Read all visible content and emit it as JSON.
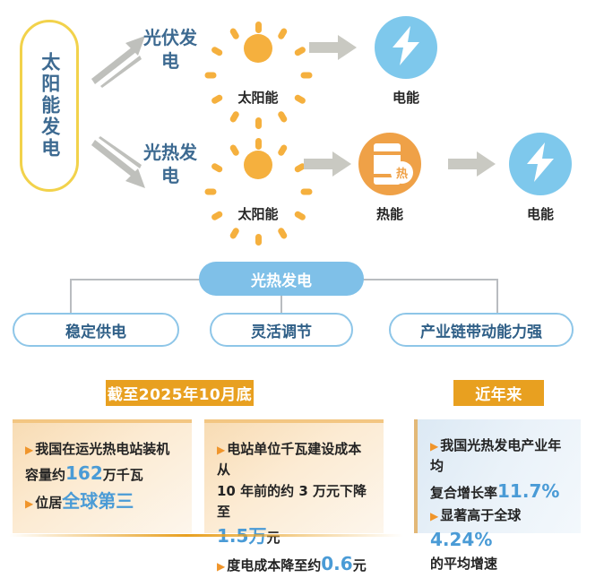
{
  "flow": {
    "source_label": "太阳能发电",
    "branches": [
      {
        "name": "光伏发电",
        "steps": [
          {
            "icon": "sun-icon",
            "caption": "太阳能"
          },
          {
            "icon": "lightning-circle-icon",
            "caption": "电能"
          }
        ]
      },
      {
        "name": "光热发电",
        "steps": [
          {
            "icon": "sun-icon",
            "caption": "太阳能"
          },
          {
            "icon": "heat-tank-circle-icon",
            "caption": "热能",
            "badge": "热"
          },
          {
            "icon": "lightning-circle-icon",
            "caption": "电能"
          }
        ]
      }
    ]
  },
  "tree": {
    "root": "光热发电",
    "leaves": [
      "稳定供电",
      "灵活调节",
      "产业链带动能力强"
    ]
  },
  "stats": {
    "banner_left": "截至2025年10月底",
    "banner_right": "近年来",
    "cards": [
      {
        "lines": [
          {
            "bullet": true,
            "segments": [
              {
                "t": "我国在运光热电站装机",
                "style": "normal"
              }
            ]
          },
          {
            "bullet": false,
            "segments": [
              {
                "t": "容量约",
                "style": "normal"
              },
              {
                "t": "162",
                "style": "hl-big"
              },
              {
                "t": "万千瓦",
                "style": "normal"
              }
            ]
          },
          {
            "bullet": true,
            "segments": [
              {
                "t": "位居",
                "style": "normal"
              },
              {
                "t": "全球第三",
                "style": "hl-big"
              }
            ]
          }
        ]
      },
      {
        "lines": [
          {
            "bullet": true,
            "segments": [
              {
                "t": "电站单位千瓦建设成本从",
                "style": "normal"
              }
            ]
          },
          {
            "bullet": false,
            "segments": [
              {
                "t": "10 年前的约 3 万元下降至",
                "style": "normal"
              }
            ]
          },
          {
            "bullet": false,
            "segments": [
              {
                "t": "1.5",
                "style": "hl-big"
              },
              {
                "t": "万",
                "style": "hl-big"
              },
              {
                "t": "元",
                "style": "normal"
              }
            ]
          },
          {
            "bullet": true,
            "segments": [
              {
                "t": "度电成本降至约",
                "style": "normal"
              },
              {
                "t": "0.6",
                "style": "hl-big"
              },
              {
                "t": "元",
                "style": "normal"
              }
            ]
          }
        ]
      },
      {
        "lines": [
          {
            "bullet": true,
            "segments": [
              {
                "t": "我国光热发电产业年均",
                "style": "normal"
              }
            ]
          },
          {
            "bullet": false,
            "segments": [
              {
                "t": "复合增长率",
                "style": "normal"
              },
              {
                "t": "11.7%",
                "style": "hl-big"
              }
            ]
          },
          {
            "bullet": true,
            "segments": [
              {
                "t": "显著高于全球",
                "style": "normal"
              },
              {
                "t": "4.24%",
                "style": "hl-big"
              }
            ]
          },
          {
            "bullet": false,
            "segments": [
              {
                "t": "的平均增速",
                "style": "normal"
              }
            ]
          }
        ]
      }
    ]
  },
  "colors": {
    "source_border": "#F2D24B",
    "label_blue": "#3d6a91",
    "sun": "#F5B03E",
    "electric_circle": "#7EC8EC",
    "heat_circle": "#EFA147",
    "arrow_gray": "#C9C9C2",
    "tree_root": "#7FC0E8",
    "tree_leaf_border": "#8EC6E8",
    "banner_orange": "#E8A020",
    "highlight_blue": "#4A9BD6"
  }
}
